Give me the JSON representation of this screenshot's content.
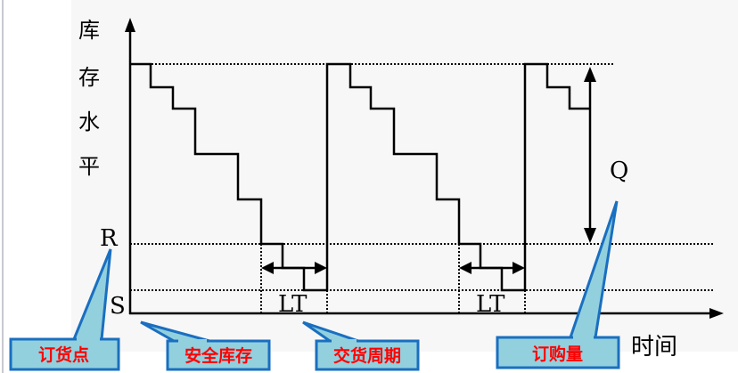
{
  "diagram": {
    "y_axis_label": [
      "库",
      "存",
      "水",
      "平"
    ],
    "x_axis_label": "时间",
    "level_labels": {
      "reorder_point": "R",
      "safety_stock": "S",
      "order_quantity": "Q",
      "lead_time": "LT"
    },
    "callouts": [
      {
        "label": "订货点"
      },
      {
        "label": "安全库存"
      },
      {
        "label": "交货周期"
      },
      {
        "label": "订购量"
      }
    ],
    "colors": {
      "callout_fill": "#92d0de",
      "callout_border": "#1a6fc0",
      "callout_text": "#ff0000",
      "background": "#f7f7f7"
    }
  }
}
